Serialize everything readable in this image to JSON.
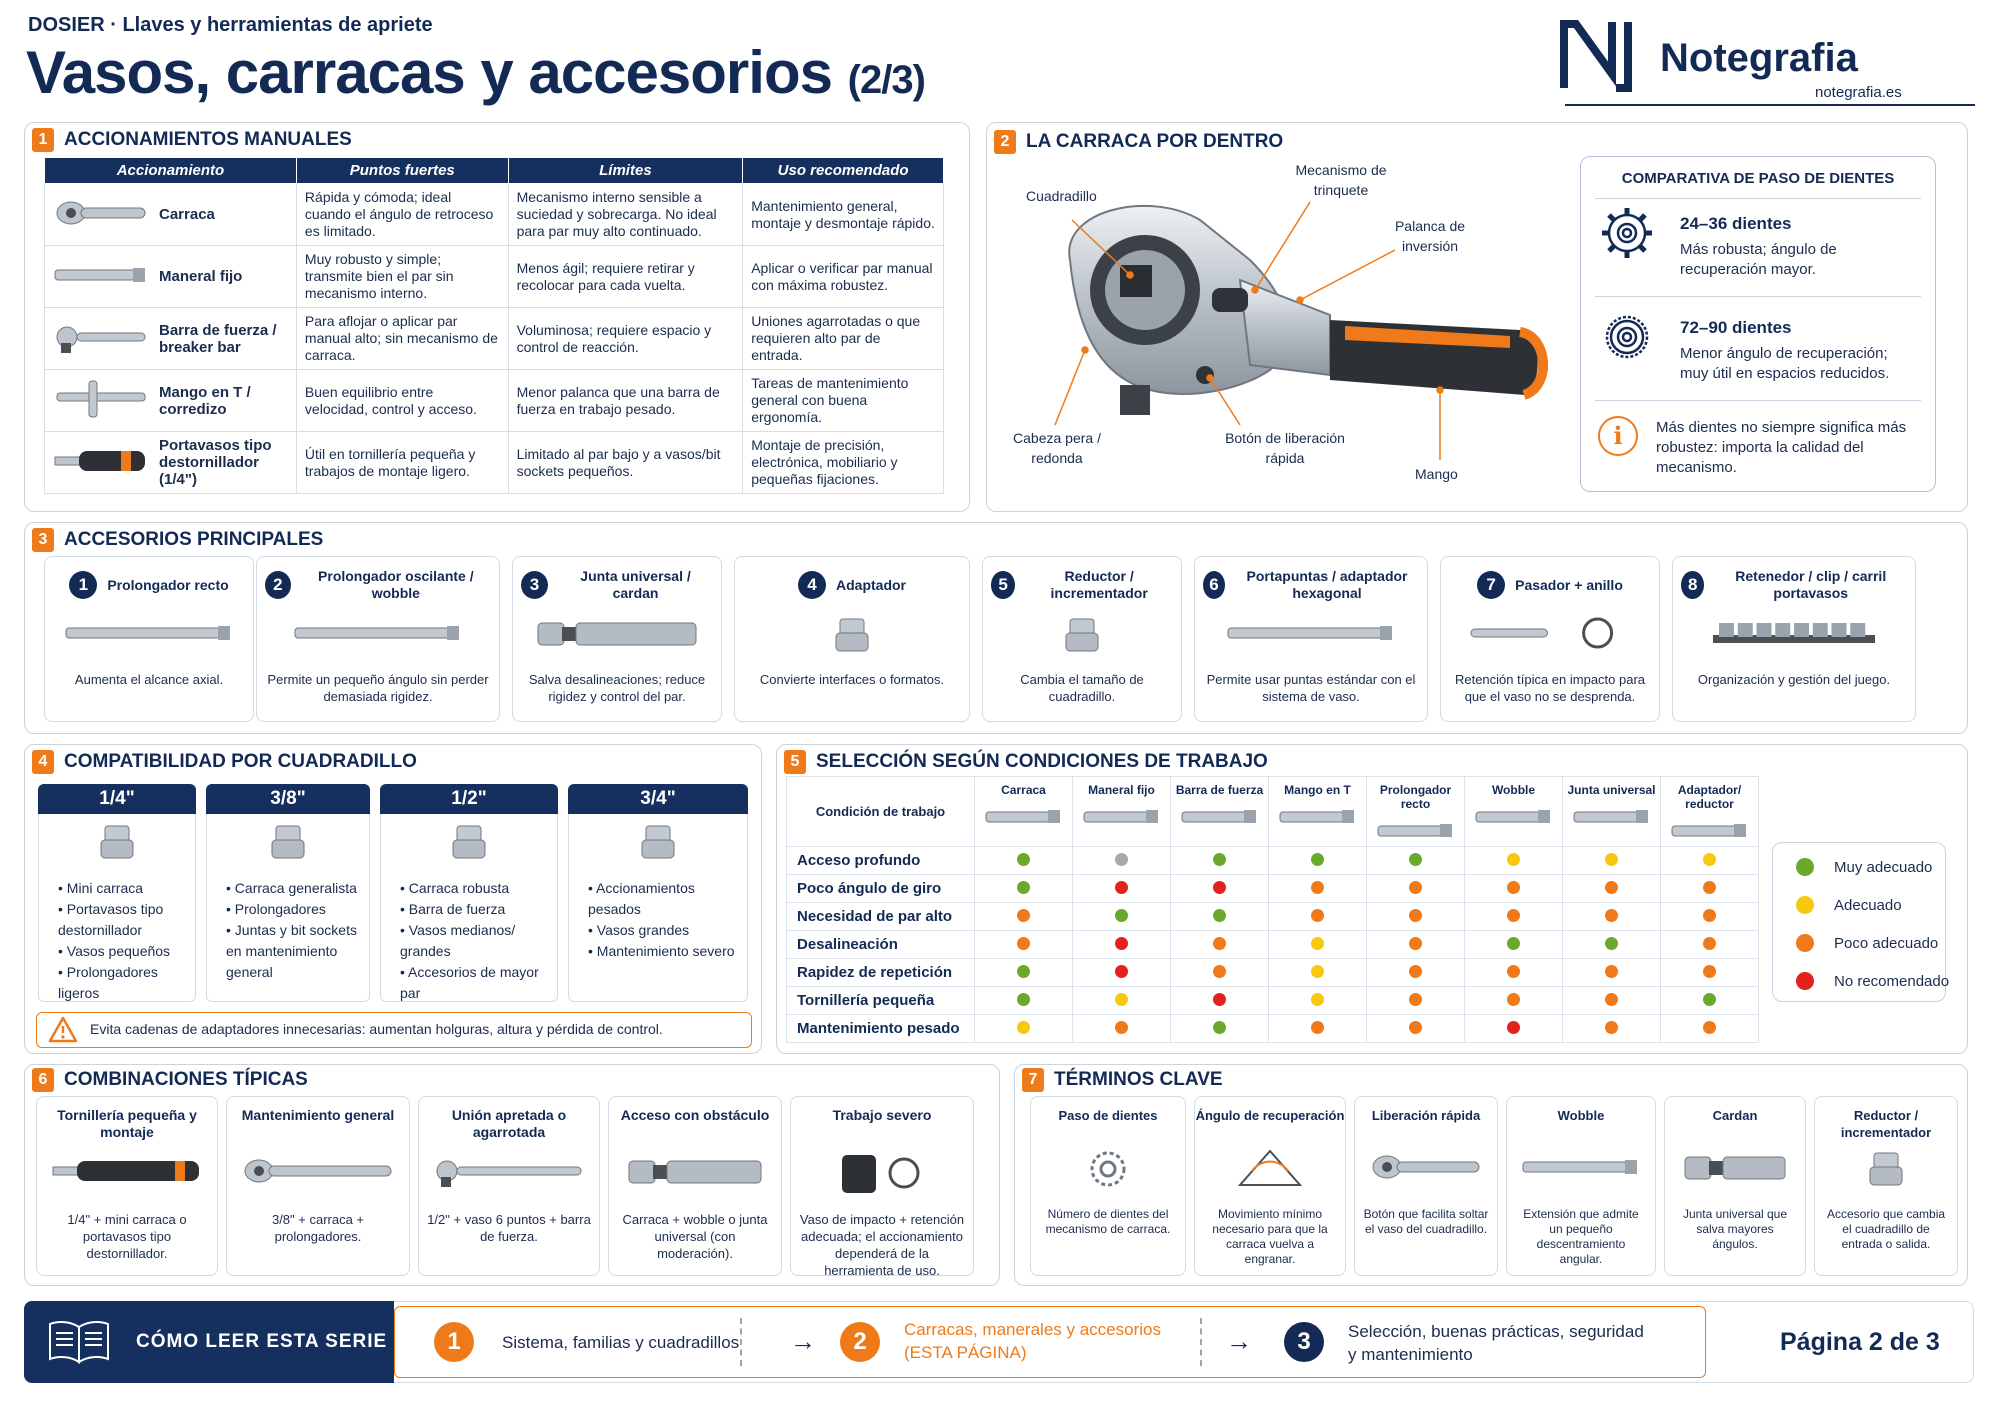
{
  "header": {
    "kicker": "DOSIER · Llaves y herramientas de apriete",
    "title": "Vasos, carracas y accesorios",
    "page_tag": "(2/3)",
    "brand": "Notegrafia",
    "brand_url": "notegrafia.es"
  },
  "s1": {
    "num": "1",
    "title": "ACCIONAMIENTOS MANUALES",
    "headers": [
      "Accionamiento",
      "Puntos fuertes",
      "Límites",
      "Uso recomendado"
    ],
    "rows": [
      {
        "name": "Carraca",
        "icon": "ratchet-icon",
        "strengths": "Rápida y cómoda; ideal cuando el ángulo de retroceso es limitado.",
        "limits": "Mecanismo interno sensible a suciedad y sobrecarga. No ideal para par muy alto continuado.",
        "use": "Mantenimiento general, montaje y desmontaje rápido."
      },
      {
        "name": "Maneral fijo",
        "icon": "fixed-handle-icon",
        "strengths": "Muy robusto y simple; transmite bien el par sin mecanismo interno.",
        "limits": "Menos ágil; requiere retirar y recolocar para cada vuelta.",
        "use": "Aplicar o verificar par manual con máxima robustez."
      },
      {
        "name": "Barra de fuerza / breaker bar",
        "icon": "breaker-bar-icon",
        "strengths": "Para aflojar o aplicar par manual alto; sin mecanismo de carraca.",
        "limits": "Voluminosa; requiere espacio y control de reacción.",
        "use": "Uniones agarrotadas o que requieren alto par de entrada."
      },
      {
        "name": "Mango en T / corredizo",
        "icon": "t-handle-icon",
        "strengths": "Buen equilibrio entre velocidad, control y acceso.",
        "limits": "Menor palanca que una barra de fuerza en trabajo pesado.",
        "use": "Tareas de mantenimiento general con buena ergonomía."
      },
      {
        "name": "Portavasos tipo destornillador (1/4\")",
        "icon": "screwdriver-handle-icon",
        "strengths": "Útil en tornillería pequeña y trabajos de montaje ligero.",
        "limits": "Limitado al par bajo y a vasos/bit sockets pequeños.",
        "use": "Montaje de precisión, electrónica, mobiliario y pequeñas fijaciones."
      }
    ]
  },
  "s2": {
    "num": "2",
    "title": "LA CARRACA POR DENTRO",
    "labels": {
      "square": "Cuadradillo",
      "mechanism": "Mecanismo de trinquete",
      "lever": "Palanca de inversión",
      "head": "Cabeza pera / redonda",
      "release": "Botón de liberación rápida",
      "grip": "Mango"
    },
    "compare_title": "COMPARATIVA DE PASO DE DIENTES",
    "compare": [
      {
        "title": "24–36 dientes",
        "desc": "Más robusta; ángulo de recuperación mayor."
      },
      {
        "title": "72–90 dientes",
        "desc": "Menor ángulo de recuperación; muy útil en espacios reducidos."
      }
    ],
    "note": "Más dientes no siempre significa más robustez: importa la calidad del mecanismo.",
    "note_icon": "i"
  },
  "s3": {
    "num": "3",
    "title": "ACCESORIOS PRINCIPALES",
    "items": [
      {
        "n": "1",
        "title": "Prolongador recto",
        "desc": "Aumenta el alcance axial."
      },
      {
        "n": "2",
        "title": "Prolongador oscilante / wobble",
        "desc": "Permite un pequeño ángulo sin perder demasiada rigidez."
      },
      {
        "n": "3",
        "title": "Junta universal / cardan",
        "desc": "Salva desalineaciones; reduce rigidez y control del par."
      },
      {
        "n": "4",
        "title": "Adaptador",
        "desc": "Convierte interfaces o formatos."
      },
      {
        "n": "5",
        "title": "Reductor / incrementador",
        "desc": "Cambia el tamaño de cuadradillo."
      },
      {
        "n": "6",
        "title": "Portapuntas / adaptador hexagonal",
        "desc": "Permite usar puntas estándar con el sistema de vaso."
      },
      {
        "n": "7",
        "title": "Pasador + anillo",
        "desc": "Retención típica en impacto para que el vaso no se desprenda."
      },
      {
        "n": "8",
        "title": "Retenedor / clip / carril portavasos",
        "desc": "Organización y gestión del juego."
      }
    ]
  },
  "s4": {
    "num": "4",
    "title": "COMPATIBILIDAD POR CUADRADILLO",
    "cols": [
      {
        "size": "1/4\"",
        "items": [
          "Mini carraca",
          "Portavasos tipo destornillador",
          "Vasos pequeños",
          "Prolongadores ligeros"
        ]
      },
      {
        "size": "3/8\"",
        "items": [
          "Carraca generalista",
          "Prolongadores",
          "Juntas y bit sockets en mantenimiento general"
        ]
      },
      {
        "size": "1/2\"",
        "items": [
          "Carraca robusta",
          "Barra de fuerza",
          "Vasos medianos/ grandes",
          "Accesorios de mayor par"
        ]
      },
      {
        "size": "3/4\"",
        "items": [
          "Accionamientos pesados",
          "Vasos grandes",
          "Mantenimiento severo"
        ]
      }
    ],
    "warning": "Evita cadenas de adaptadores innecesarias: aumentan holguras, altura y pérdida de control."
  },
  "s5": {
    "num": "5",
    "title": "SELECCIÓN SEGÚN CONDICIONES DE TRABAJO",
    "corner": "Condición de trabajo",
    "tools": [
      "Carraca",
      "Maneral fijo",
      "Barra de fuerza",
      "Mango en T",
      "Prolongador recto",
      "Wobble",
      "Junta universal",
      "Adaptador/ reductor"
    ],
    "rows": [
      {
        "label": "Acceso profundo",
        "r": [
          "g",
          "gr",
          "g",
          "g",
          "g",
          "y",
          "y",
          "y"
        ]
      },
      {
        "label": "Poco ángulo de giro",
        "r": [
          "g",
          "r",
          "r",
          "o",
          "o",
          "o",
          "o",
          "o"
        ]
      },
      {
        "label": "Necesidad de par alto",
        "r": [
          "o",
          "g",
          "g",
          "o",
          "o",
          "o",
          "o",
          "o"
        ]
      },
      {
        "label": "Desalineación",
        "r": [
          "o",
          "r",
          "o",
          "y",
          "o",
          "g",
          "g",
          "o"
        ]
      },
      {
        "label": "Rapidez de repetición",
        "r": [
          "g",
          "r",
          "o",
          "y",
          "o",
          "o",
          "o",
          "o"
        ]
      },
      {
        "label": "Tornillería pequeña",
        "r": [
          "g",
          "y",
          "r",
          "y",
          "o",
          "o",
          "o",
          "g"
        ]
      },
      {
        "label": "Mantenimiento pesado",
        "r": [
          "y",
          "o",
          "g",
          "o",
          "o",
          "r",
          "o",
          "o"
        ]
      }
    ],
    "legend": [
      {
        "k": "g",
        "label": "Muy adecuado"
      },
      {
        "k": "y",
        "label": "Adecuado"
      },
      {
        "k": "o",
        "label": "Poco adecuado"
      },
      {
        "k": "r",
        "label": "No recomendado"
      }
    ],
    "colors": {
      "g": "#6aaa2a",
      "y": "#f6c90e",
      "o": "#ee7a1a",
      "r": "#e3221c",
      "gr": "#a7a9ac"
    }
  },
  "s6": {
    "num": "6",
    "title": "COMBINACIONES TÍPICAS",
    "items": [
      {
        "title": "Tornillería pequeña y montaje",
        "desc": "1/4\" + mini carraca o portavasos tipo destornillador."
      },
      {
        "title": "Mantenimiento general",
        "desc": "3/8\" + carraca + prolongadores."
      },
      {
        "title": "Unión apretada o agarrotada",
        "desc": "1/2\" + vaso 6 puntos + barra de fuerza."
      },
      {
        "title": "Acceso con obstáculo",
        "desc": "Carraca + wobble o junta universal (con moderación)."
      },
      {
        "title": "Trabajo severo",
        "desc": "Vaso de impacto + retención adecuada; el accionamiento dependerá de la herramienta de uso."
      }
    ]
  },
  "s7": {
    "num": "7",
    "title": "TÉRMINOS CLAVE",
    "items": [
      {
        "title": "Paso de dientes",
        "desc": "Número de dientes del mecanismo de carraca."
      },
      {
        "title": "Ángulo de recuperación",
        "desc": "Movimiento mínimo necesario para que la carraca vuelva a engranar."
      },
      {
        "title": "Liberación rápida",
        "desc": "Botón que facilita soltar el vaso del cuadradillo."
      },
      {
        "title": "Wobble",
        "desc": "Extensión que admite un pequeño descentramiento angular."
      },
      {
        "title": "Cardan",
        "desc": "Junta universal que salva mayores ángulos."
      },
      {
        "title": "Reductor / incrementador",
        "desc": "Accesorio que cambia el cuadradillo de entrada o salida."
      }
    ]
  },
  "footer": {
    "howto": "CÓMO LEER ESTA SERIE",
    "steps": [
      {
        "n": "1",
        "label": "Sistema, familias y cuadradillos"
      },
      {
        "n": "2",
        "label": "Carracas, manerales y accesorios",
        "sub": "(ESTA PÁGINA)"
      },
      {
        "n": "3",
        "label": "Selección, buenas prácticas, seguridad y mantenimiento"
      }
    ],
    "arrow": "→",
    "page": "Página 2 de 3"
  }
}
